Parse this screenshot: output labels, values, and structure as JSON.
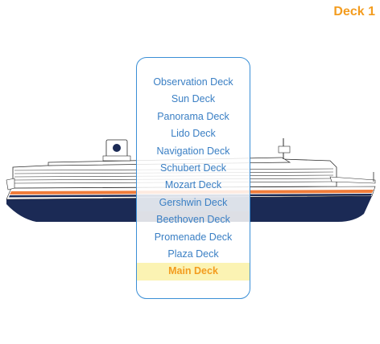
{
  "header": {
    "current_deck": "Deck 1"
  },
  "colors": {
    "accent": "#f39c1f",
    "link": "#3a7fc4",
    "panel_border": "#3a8fd6",
    "selected_bg": "#fbf3b3",
    "hull_navy": "#1b2a55",
    "hull_stripe": "#f07c3a"
  },
  "deck_list": {
    "items": [
      {
        "label": "Observation Deck"
      },
      {
        "label": "Sun Deck"
      },
      {
        "label": "Panorama Deck"
      },
      {
        "label": "Lido Deck"
      },
      {
        "label": "Navigation Deck"
      },
      {
        "label": "Schubert Deck"
      },
      {
        "label": "Mozart Deck"
      },
      {
        "label": "Gershwin Deck"
      },
      {
        "label": "Beethoven Deck"
      },
      {
        "label": "Promenade Deck"
      },
      {
        "label": "Plaza Deck"
      },
      {
        "label": "Main Deck"
      }
    ],
    "highlighted": "Gershwin Deck",
    "selected": "Main Deck"
  }
}
